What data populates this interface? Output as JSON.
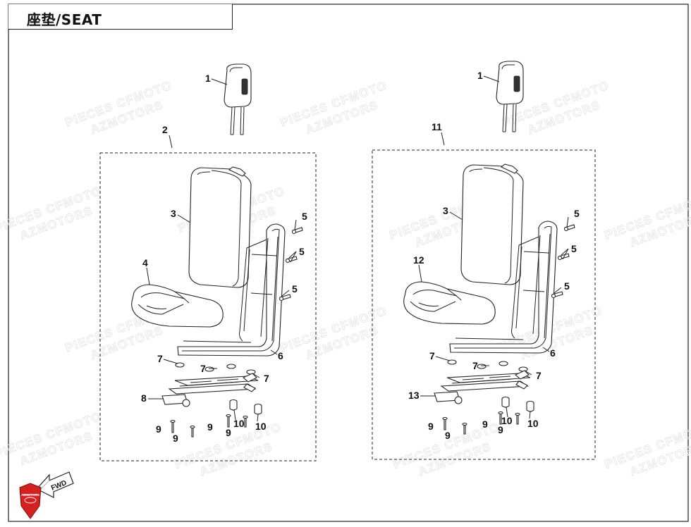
{
  "title": "座垫/SEAT",
  "watermark": [
    "PIECES CFMOTO",
    "AZMOTORS"
  ],
  "logo": {
    "text": "AZMOTORS",
    "color": "#d42020"
  },
  "fwd_label": "FWD",
  "assemblies": [
    {
      "callouts": {
        "headrest": "1",
        "assembly": "2",
        "backrest": "3",
        "cushion": "4",
        "bolt_a": "5",
        "bolt_b": "5",
        "bolt_c": "5",
        "frame": "6",
        "washer_a": "7",
        "washer_b": "7",
        "washer_c": "7",
        "slider": "8",
        "screw_a": "9",
        "screw_b": "9",
        "screw_c": "9",
        "screw_d": "9",
        "bushing_a": "10",
        "bushing_b": "10"
      }
    },
    {
      "callouts": {
        "headrest": "1",
        "assembly": "11",
        "backrest": "3",
        "cushion": "12",
        "bolt_a": "5",
        "bolt_b": "5",
        "bolt_c": "5",
        "frame": "6",
        "washer_a": "7",
        "washer_b": "7",
        "washer_c": "7",
        "slider": "13",
        "screw_a": "9",
        "screw_b": "9",
        "screw_c": "9",
        "screw_d": "9",
        "bushing_a": "10",
        "bushing_b": "10"
      }
    }
  ]
}
